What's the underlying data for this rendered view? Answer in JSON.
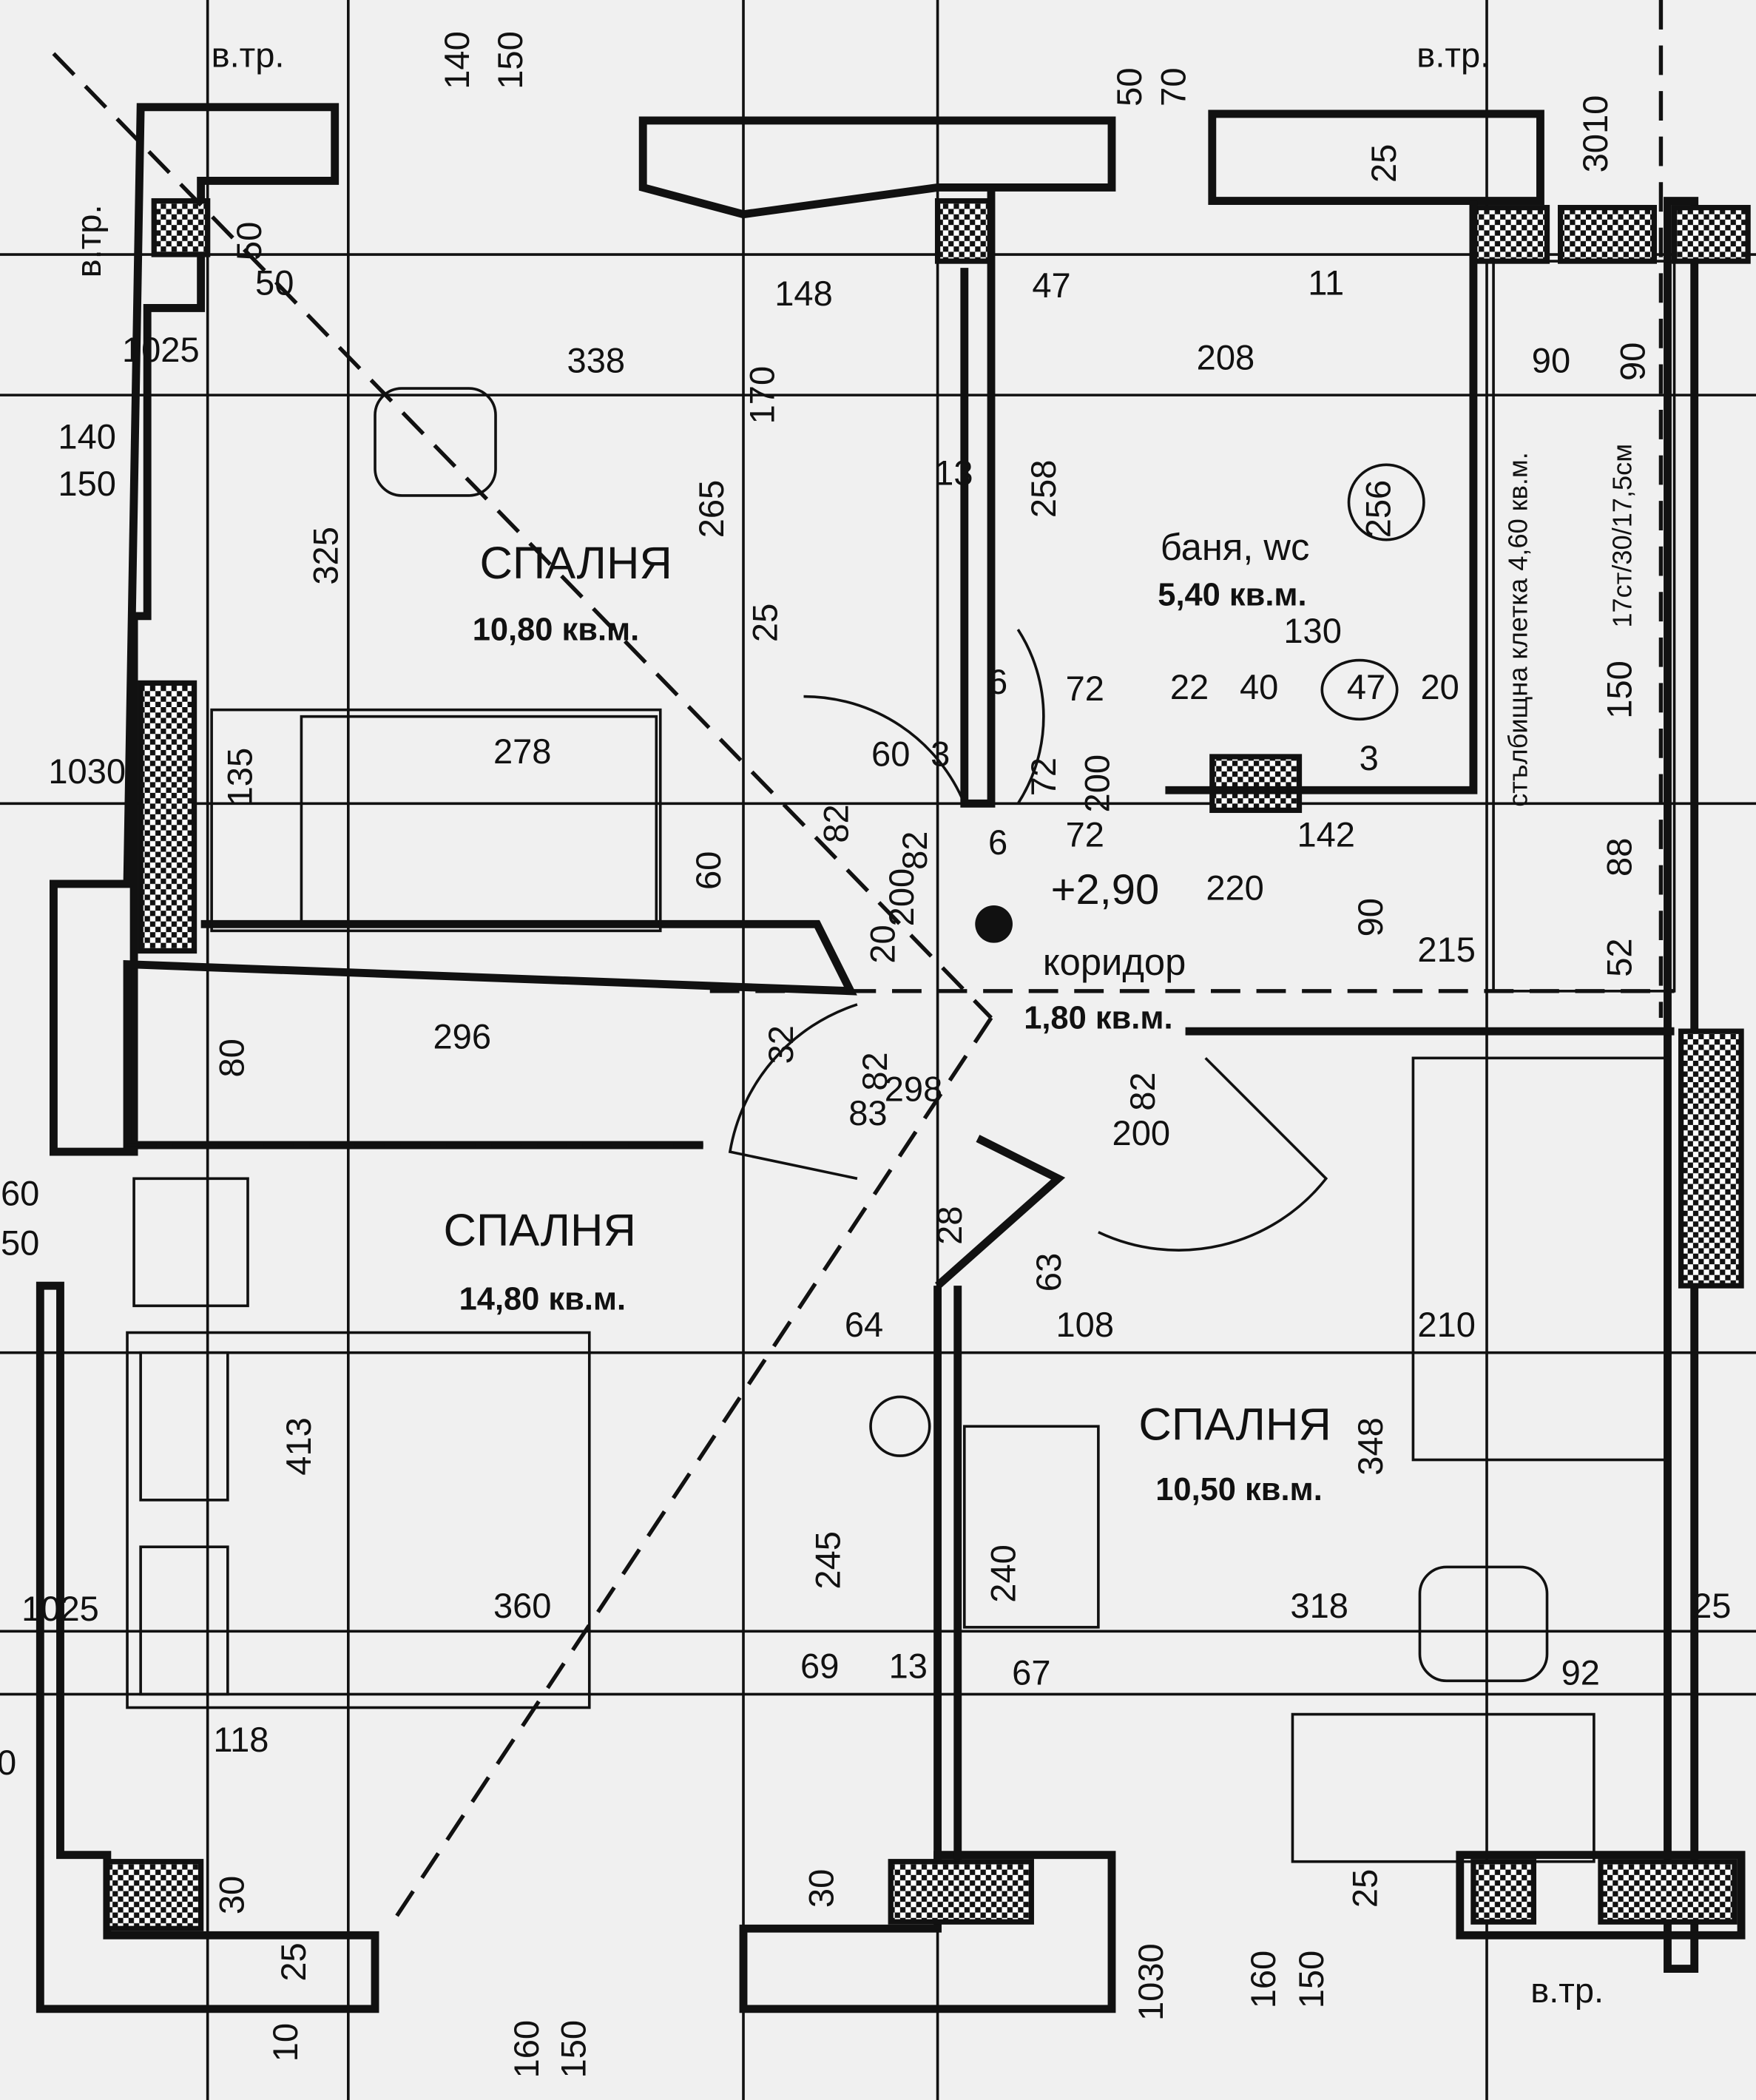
{
  "rooms": [
    {
      "name": "СПАЛНЯ",
      "area": "10,80 кв.м."
    },
    {
      "name": "баня, wc",
      "area": "5,40 кв.м."
    },
    {
      "name": "коридор",
      "area": "1,80 кв.м."
    },
    {
      "name": "СПАЛНЯ",
      "area": "14,80 кв.м."
    },
    {
      "name": "СПАЛНЯ",
      "area": "10,50 кв.м."
    }
  ],
  "stair": {
    "label": "стълбищна клетка 4,60 кв.м.",
    "steps": "17ст/30/17,5см"
  },
  "level": "+2,90",
  "dims": [
    "в.тр.",
    "140",
    "150",
    "50",
    "70",
    "3010",
    "в.тр.",
    "в.тр.",
    "1025",
    "140",
    "150",
    "1030",
    "60",
    "50",
    "1025",
    "0",
    "50",
    "50",
    "338",
    "148",
    "170",
    "265",
    "325",
    "278",
    "135",
    "60",
    "25",
    "47",
    "13",
    "258",
    "72",
    "6",
    "60",
    "3",
    "72",
    "200",
    "72",
    "82",
    "82",
    "200",
    "20",
    "6",
    "32",
    "82",
    "298",
    "83",
    "82",
    "200",
    "28",
    "63",
    "64",
    "108",
    "11",
    "208",
    "256",
    "130",
    "22",
    "40",
    "47",
    "20",
    "3",
    "25",
    "142",
    "220",
    "90",
    "215",
    "90",
    "90",
    "150",
    "88",
    "52",
    "80",
    "296",
    "413",
    "360",
    "118",
    "30",
    "25",
    "10",
    "160",
    "150",
    "245",
    "69",
    "13",
    "30",
    "240",
    "67",
    "348",
    "210",
    "318",
    "25",
    "92",
    "25",
    "1030",
    "160",
    "150",
    "в.тр."
  ]
}
